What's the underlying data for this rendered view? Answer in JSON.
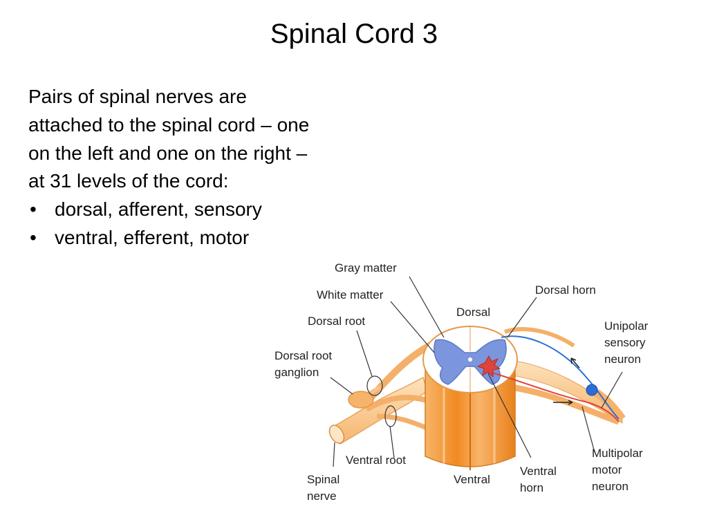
{
  "slide": {
    "title": "Spinal Cord 3",
    "paragraph": "Pairs of spinal nerves are attached to the spinal cord – one on the left and one on the right – at 31 levels of the cord:",
    "bullets": [
      "dorsal, afferent, sensory",
      "ventral, efferent, motor"
    ]
  },
  "figure": {
    "labels": {
      "gray_matter": "Gray matter",
      "white_matter": "White matter",
      "dorsal_root": "Dorsal root",
      "dorsal_root_ganglion": "Dorsal root\nganglion",
      "dorsal": "Dorsal",
      "dorsal_horn": "Dorsal horn",
      "unipolar_sensory_neuron": "Unipolar\nsensory\nneuron",
      "ventral_root": "Ventral root",
      "spinal_nerve": "Spinal\nnerve",
      "ventral": "Ventral",
      "ventral_horn": "Ventral\nhorn",
      "multipolar_motor_neuron": "Multipolar\nmotor\nneuron"
    },
    "colors": {
      "cord_orange": "#f59a3c",
      "nerve_light": "#fcd9a8",
      "gray_matter_blue": "#7b96dc",
      "white_matter": "#ffffff",
      "sensory_neuron": "#2b6fd6",
      "motor_neuron": "#e0433b"
    }
  }
}
